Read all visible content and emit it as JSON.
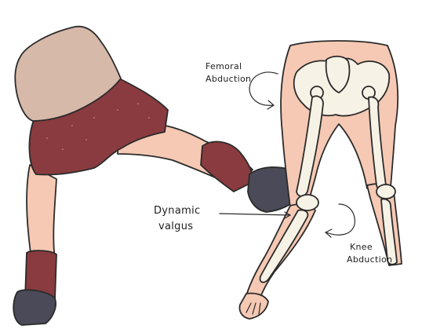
{
  "labels": {
    "femoral_line1": "Femoral",
    "femoral_line2": "Abduction",
    "dynamic_line1": "Dynamic",
    "dynamic_line2": "valgus",
    "knee_line1": "Knee",
    "knee_line2": "Abduction"
  },
  "colors": {
    "skin": "#f6c9b4",
    "shorts": "#8a3b3f",
    "shirt": "#d7b9a9",
    "shoe": "#4a4a58",
    "bone": "#f7f2e6",
    "ink": "#2b2b2b"
  }
}
